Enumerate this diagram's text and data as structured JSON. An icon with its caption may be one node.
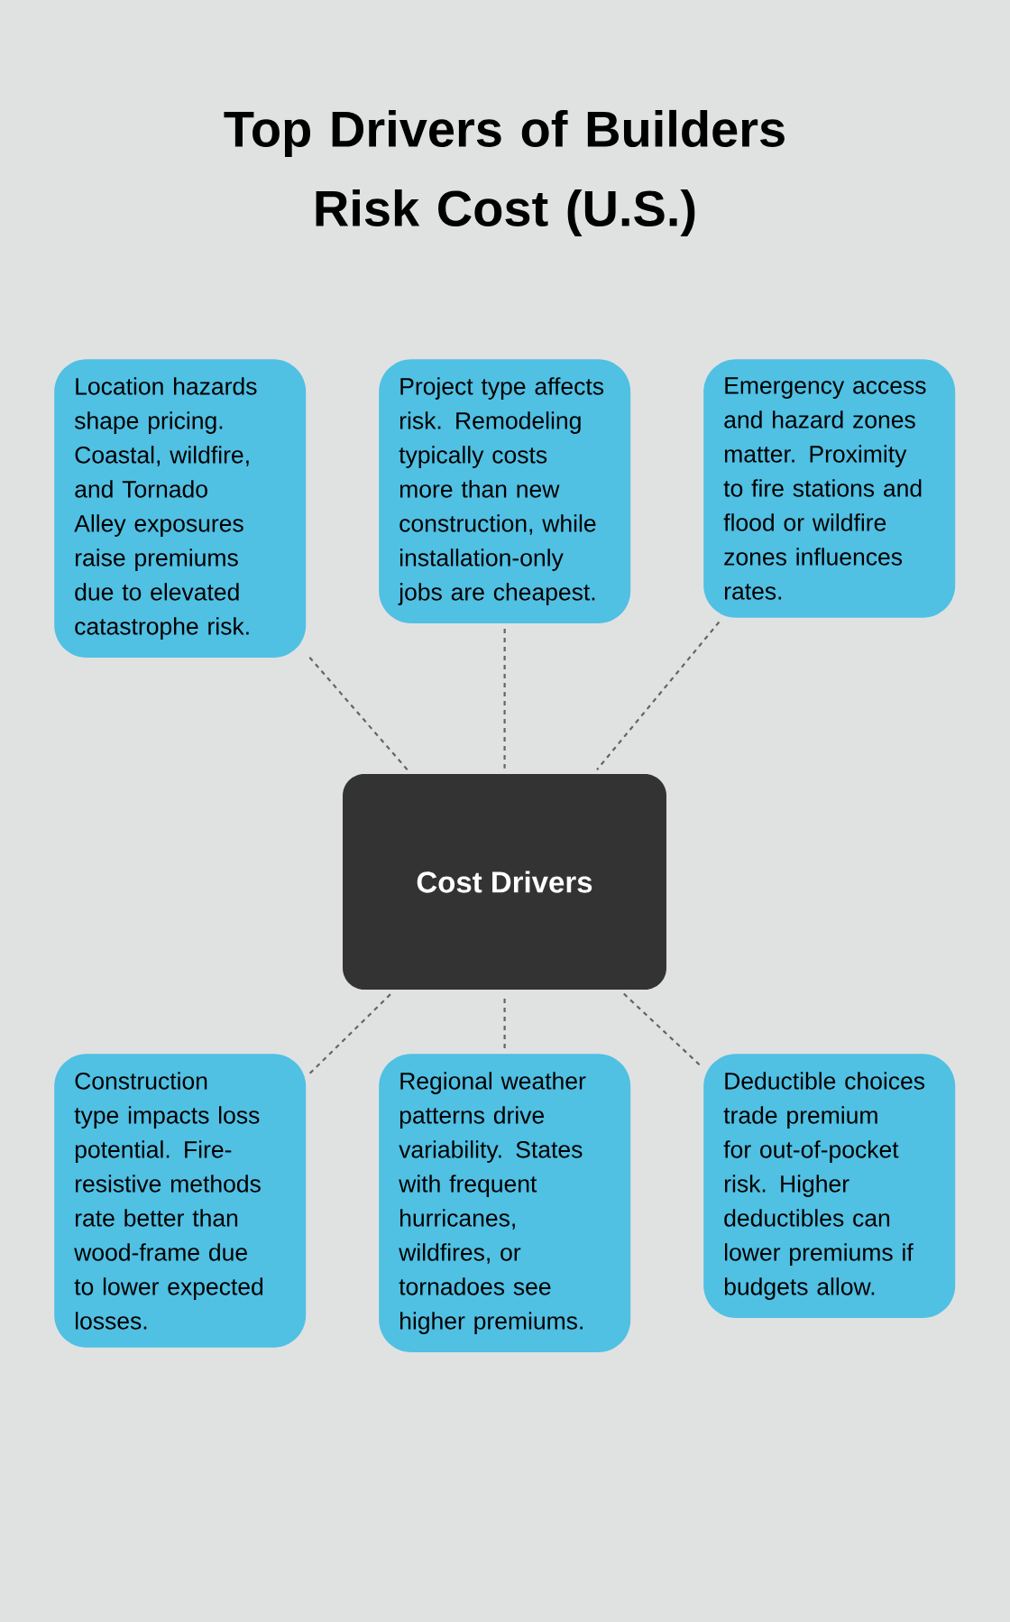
{
  "diagram": {
    "title": "Top Drivers of Builders Risk Cost (U.S.)",
    "nodes": [
      {
        "text": [
          "Location hazards shape pricing. Coastal, wildfire, and Tornado Alley exposures raise premiums due to elevated catastrophe risk."
        ]
      },
      {
        "text": [
          "Project type affects risk. Remodeling typically costs more than new construction, while installation-only jobs are cheapest."
        ]
      },
      {
        "text": [
          "Emergency access and hazard zones matter. Proximity to fire stations and flood or wildfire zones influences rates."
        ]
      },
      {
        "text": [
          "Cost Drivers"
        ]
      },
      {
        "text": [
          "Construction type impacts loss potential. Fire-resistive methods rate better than wood-frame due to lower expected losses."
        ]
      },
      {
        "text": [
          "Regional weather patterns drive variability. States with frequent hurricanes, wildfires, or tornadoes see higher premiums."
        ]
      },
      {
        "text": [
          "Deductible choices trade premium for out-of-pocket risk. Higher deductibles can lower premiums if budgets allow."
        ]
      }
    ],
    "edges": [
      {
        "from": 0,
        "to": 3,
        "arrow": "none",
        "style": "dashed"
      },
      {
        "from": 1,
        "to": 3,
        "arrow": "none",
        "style": "dashed"
      },
      {
        "from": 2,
        "to": 3,
        "arrow": "none",
        "style": "dashed"
      },
      {
        "from": 4,
        "to": 3,
        "arrow": "none",
        "style": "dashed"
      },
      {
        "from": 5,
        "to": 3,
        "arrow": "none",
        "style": "dashed"
      },
      {
        "from": 6,
        "to": 3,
        "arrow": "none",
        "style": "dashed"
      }
    ]
  }
}
